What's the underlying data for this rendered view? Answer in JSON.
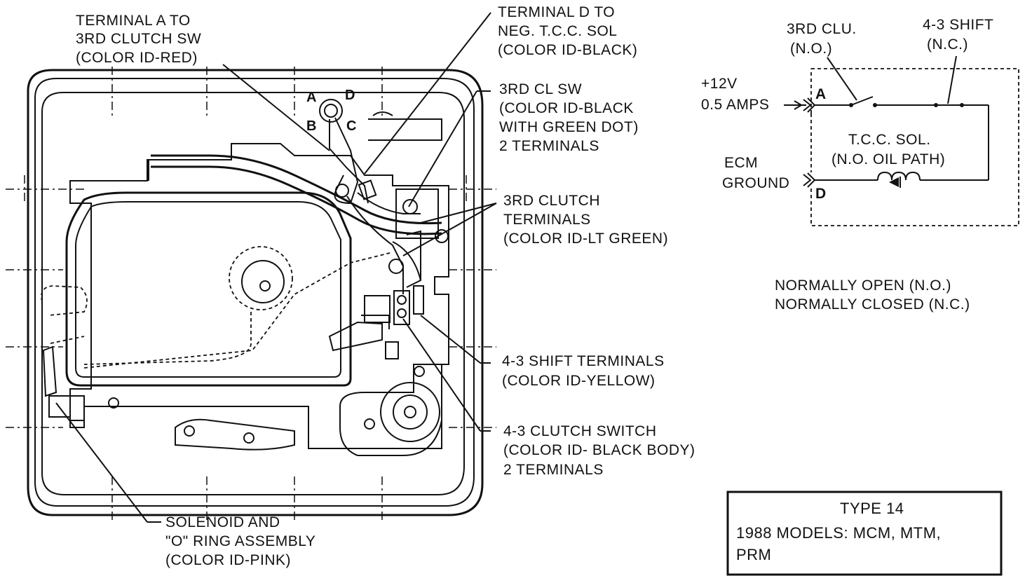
{
  "callouts": {
    "terminal_a": [
      "TERMINAL A TO",
      "3RD CLUTCH SW",
      "(COLOR ID-RED)"
    ],
    "terminal_d": [
      "TERMINAL D TO",
      "NEG. T.C.C. SOL",
      "(COLOR ID-BLACK)"
    ],
    "third_cl_sw": [
      "3RD CL SW",
      "(COLOR ID-BLACK",
      "WITH GREEN DOT)",
      "2 TERMINALS"
    ],
    "third_clutch_terminals": [
      "3RD CLUTCH",
      "TERMINALS",
      "(COLOR ID-LT GREEN)"
    ],
    "shift_43_terminals": [
      "4-3 SHIFT TERMINALS",
      "(COLOR ID-YELLOW)"
    ],
    "clutch_switch_43": [
      "4-3 CLUTCH SWITCH",
      "(COLOR ID- BLACK BODY)",
      "2 TERMINALS"
    ],
    "solenoid_assembly": [
      "SOLENOID AND",
      "\"O\" RING ASSEMBLY",
      "(COLOR ID-PINK)"
    ]
  },
  "connector_letters": {
    "a": "A",
    "b": "B",
    "c": "C",
    "d": "D"
  },
  "schematic": {
    "switch_3rd_clu": [
      "3RD CLU.",
      "(N.O.)"
    ],
    "switch_43_shift": [
      "4-3 SHIFT",
      "(N.C.)"
    ],
    "supply": [
      "+12V",
      "0.5 AMPS"
    ],
    "ground": [
      "ECM",
      "GROUND"
    ],
    "solenoid": [
      "T.C.C. SOL.",
      "(N.O. OIL PATH)"
    ],
    "pin_a": "A",
    "pin_d": "D"
  },
  "legend": [
    "NORMALLY OPEN (N.O.)",
    "NORMALLY CLOSED (N.C.)"
  ],
  "type_box": [
    "TYPE 14",
    "1988 MODELS: MCM, MTM,",
    "PRM"
  ]
}
